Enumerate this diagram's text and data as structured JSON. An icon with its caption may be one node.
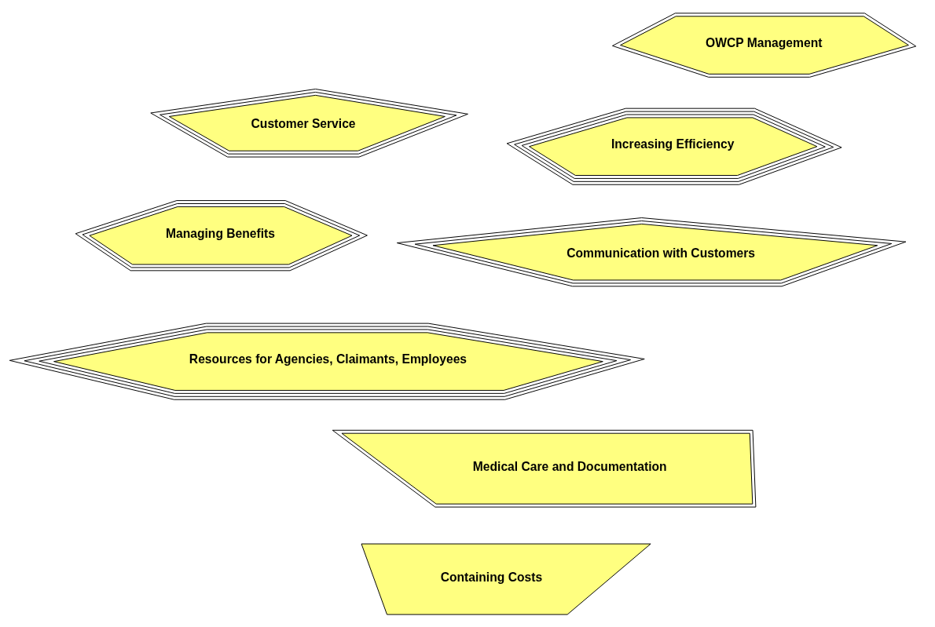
{
  "diagram": {
    "nodes": [
      {
        "text": [
          "Managing Benefits"
        ]
      },
      {
        "text": [
          "Containing Costs"
        ]
      },
      {
        "text": [
          "Medical Care and Documentation"
        ]
      },
      {
        "text": [
          "OWCP Management"
        ]
      },
      {
        "text": [
          "Increasing Efficiency"
        ]
      },
      {
        "text": [
          "Communication with Customers"
        ]
      },
      {
        "text": [
          "Resources for Agencies, Claimants, Employees"
        ]
      },
      {
        "text": [
          "Customer Service"
        ]
      }
    ]
  }
}
